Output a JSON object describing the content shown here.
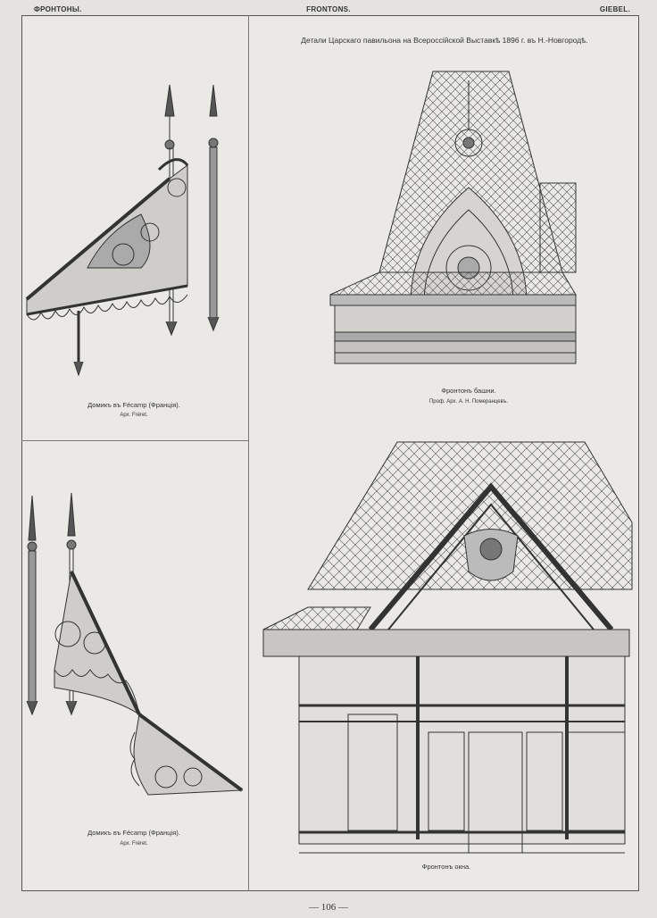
{
  "header": {
    "left": "ФРОНТОНЫ.",
    "center": "FRONTONS.",
    "right": "GIEBEL."
  },
  "plate_title": "Детали Царскаго павильона на Всероссійской Выставкѣ 1896 г. въ Н.-Новгородѣ.",
  "figures": [
    {
      "caption": "Домикъ въ Fécamp (Франція).",
      "credit": "Арх. Fréret."
    },
    {
      "caption": "Домикъ въ Fécamp (Франція).",
      "credit": "Арх. Fréret."
    },
    {
      "caption": "Фронтонъ башни.",
      "credit": "Проф. Арх. А. Н. Померанцевъ."
    },
    {
      "caption": "Фронтонъ окна.",
      "credit": ""
    }
  ],
  "page_number": "— 106 —"
}
